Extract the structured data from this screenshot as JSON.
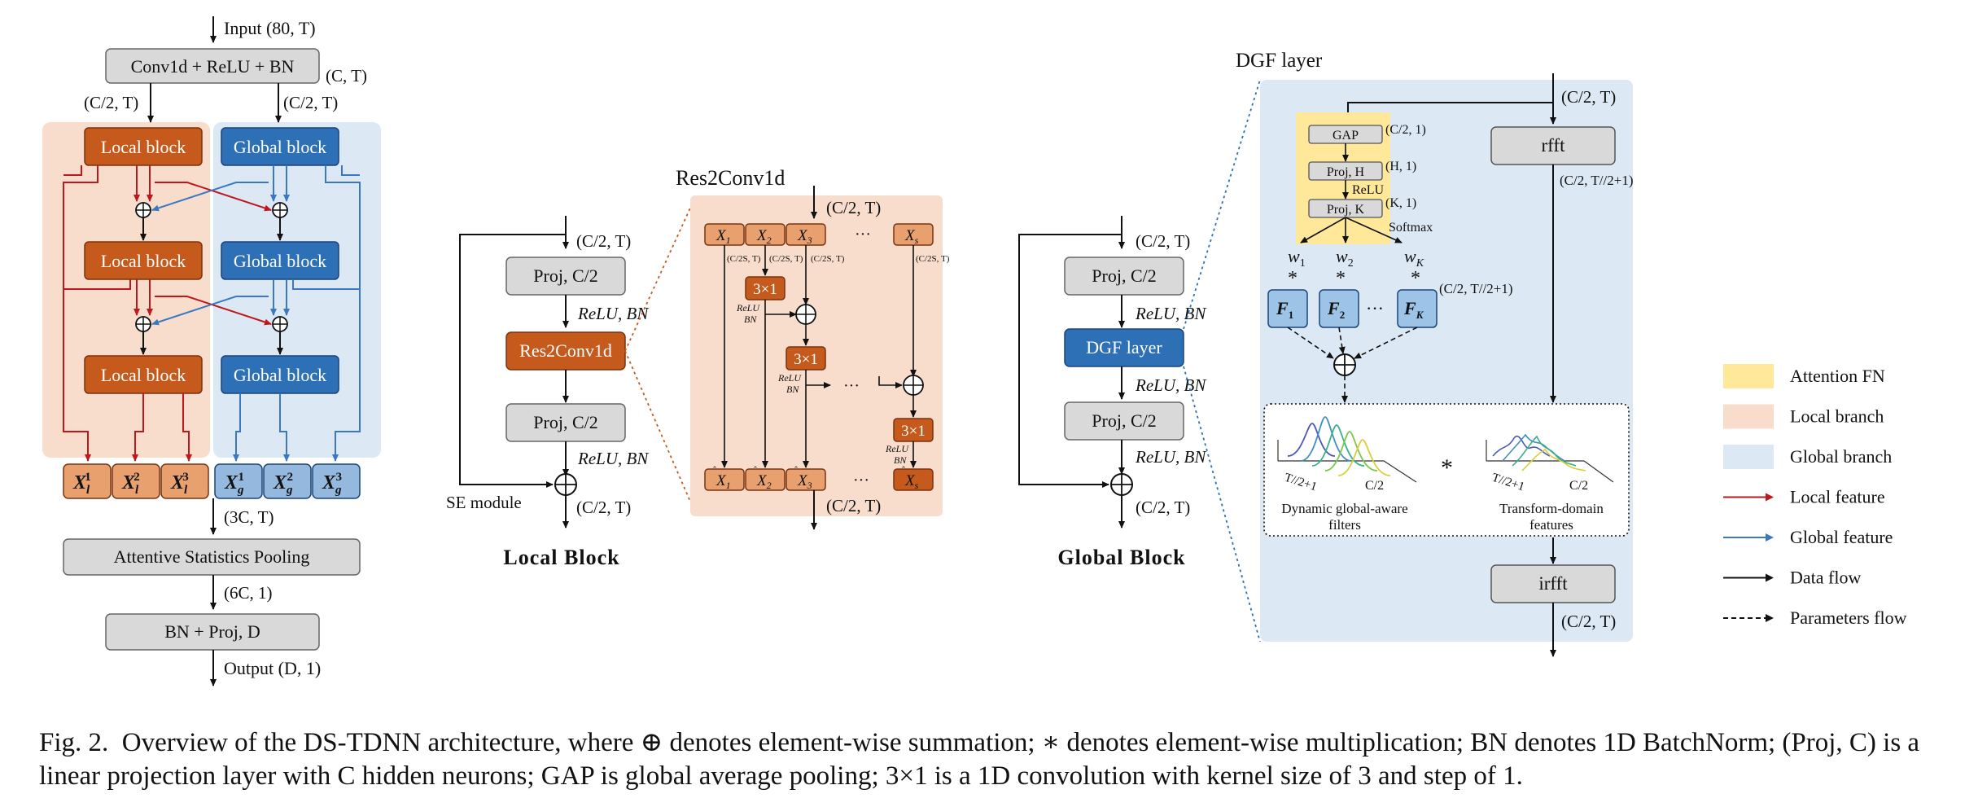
{
  "colors": {
    "local_block": "#c55a1c",
    "global_block": "#2e70b6",
    "local_bg": "#f8ddcd",
    "global_bg": "#dce9f5",
    "attention": "#ffe89a",
    "local_feature": "#c0161c",
    "global_feature": "#3a78c4",
    "gray_box": "#d9d9d9",
    "x_local": "#e8a06f",
    "x_global": "#94b8de",
    "f_box": "#9dc3e6"
  },
  "overall": {
    "input": "Input (80, T)",
    "conv": "Conv1d + ReLU + BN",
    "conv_dim": "(C, T)",
    "split_left": "(C/2, T)",
    "split_right": "(C/2, T)",
    "local_block": "Local block",
    "global_block": "Global block",
    "x_local": [
      [
        "X",
        "l",
        "1"
      ],
      [
        "X",
        "l",
        "2"
      ],
      [
        "X",
        "l",
        "3"
      ]
    ],
    "x_global": [
      [
        "X",
        "g",
        "1"
      ],
      [
        "X",
        "g",
        "2"
      ],
      [
        "X",
        "g",
        "3"
      ]
    ],
    "concat_dim": "(3C, T)",
    "asp": "Attentive Statistics Pooling",
    "asp_dim": "(6C, 1)",
    "final": "BN + Proj, D",
    "output": "Output (D, 1)"
  },
  "local_block": {
    "in_dim": "(C/2, T)",
    "proj1": "Proj, C/2",
    "act1": "ReLU, BN",
    "res2": "Res2Conv1d",
    "proj2": "Proj, C/2",
    "act2": "ReLU, BN",
    "se": "SE module",
    "out_dim": "(C/2, T)",
    "title": "Local Block"
  },
  "res2conv": {
    "title": "Res2Conv1d",
    "in_dim": "(C/2, T)",
    "x_labels": [
      "X",
      "X",
      "X",
      "X"
    ],
    "x_subs": [
      "1",
      "2",
      "3",
      "s"
    ],
    "small_dim": "(C/2S, T)",
    "conv": "3×1",
    "relu": "ReLU",
    "bn": "BN",
    "dots": "···",
    "out_dim": "(C/2, T)"
  },
  "global_block": {
    "in_dim": "(C/2, T)",
    "proj1": "Proj, C/2",
    "act1": "ReLU, BN",
    "dgf": "DGF layer",
    "act2": "ReLU, BN",
    "proj2": "Proj, C/2",
    "act3": "ReLU, BN",
    "out_dim": "(C/2, T)",
    "title": "Global Block"
  },
  "dgf": {
    "title": "DGF layer",
    "in_dim": "(C/2, T)",
    "gap": "GAP",
    "gap_dim": "(C/2, 1)",
    "proj_h": "Proj, H",
    "proj_h_dim": "(H, 1)",
    "relu": "ReLU",
    "proj_k": "Proj, K",
    "proj_k_dim": "(K, 1)",
    "softmax": "Softmax",
    "w": [
      "w",
      "w",
      "w"
    ],
    "w_subs": [
      "1",
      "2",
      "K"
    ],
    "f": [
      "F",
      "F",
      "F"
    ],
    "f_subs": [
      "1",
      "2",
      "K"
    ],
    "f_dim": "(C/2, T//2+1)",
    "rfft": "rfft",
    "rfft_dim": "(C/2, T//2+1)",
    "axis_t": "T//2+1",
    "axis_c": "C/2",
    "filters_label_1": "Dynamic global-aware",
    "filters_label_2": "filters",
    "features_label_1": "Transform-domain",
    "features_label_2": "features",
    "irfft": "irfft",
    "out_dim": "(C/2, T)"
  },
  "legend": [
    {
      "label": "Attention FN",
      "kind": "swatch",
      "color": "#ffe89a"
    },
    {
      "label": "Local branch",
      "kind": "swatch",
      "color": "#f8ddcd"
    },
    {
      "label": "Global branch",
      "kind": "swatch",
      "color": "#dce9f5"
    },
    {
      "label": "Local feature",
      "kind": "arrow",
      "color": "#c0161c"
    },
    {
      "label": "Global feature",
      "kind": "arrow",
      "color": "#3a78c4"
    },
    {
      "label": "Data flow",
      "kind": "arrow",
      "color": "#111111"
    },
    {
      "label": "Parameters flow",
      "kind": "dashed",
      "color": "#111111"
    }
  ],
  "caption": {
    "fig": "Fig. 2.",
    "text": "Overview of the DS-TDNN architecture, where ⊕ denotes element-wise summation; ∗ denotes element-wise multiplication; BN denotes 1D BatchNorm; (Proj, C) is a linear projection layer with C hidden neurons; GAP is global average pooling; 3×1 is a 1D convolution with kernel size of 3 and step of 1."
  }
}
